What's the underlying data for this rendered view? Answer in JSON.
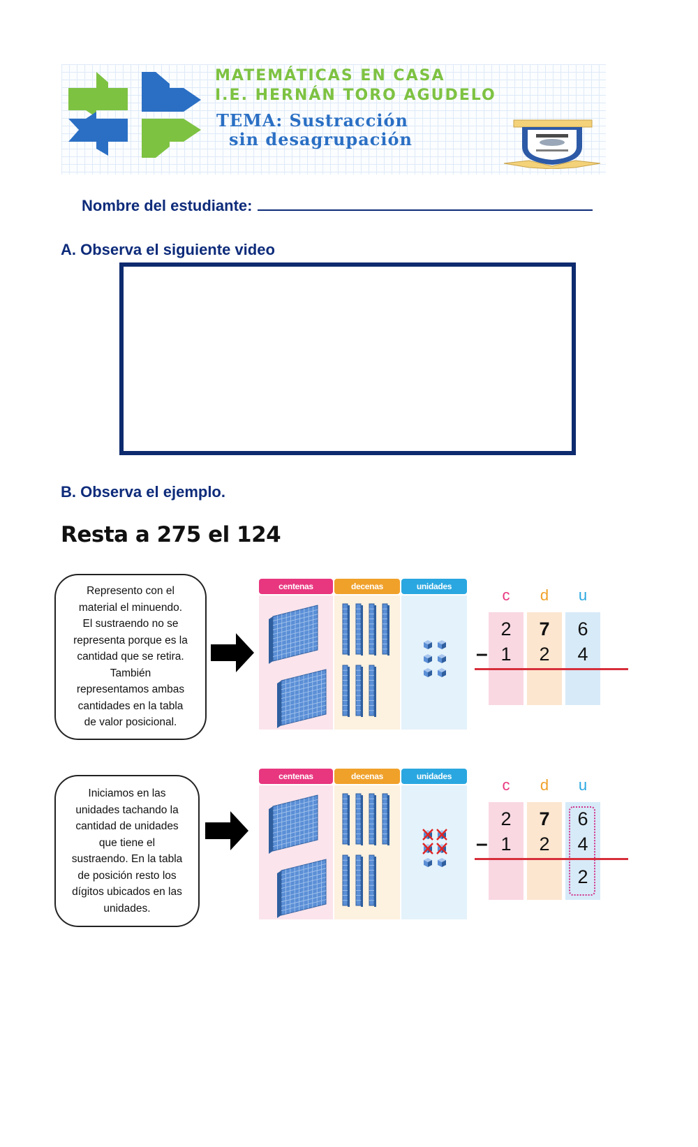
{
  "header": {
    "line1": "MATEMÁTICAS EN CASA",
    "line2": "I.E. HERNÁN TORO AGUDELO",
    "topic_line1": "TEMA: Sustracción",
    "topic_line2": "sin desagrupación",
    "colors": {
      "green": "#7ec242",
      "blue": "#2a6fc4"
    }
  },
  "student": {
    "label": "Nombre del estudiante:"
  },
  "sections": {
    "a": "A. Observa el siguiente video",
    "b": "B. Observa el ejemplo."
  },
  "task_title": "Resta a 275 el 124",
  "examples": [
    {
      "text_lines": [
        "Represento con el",
        "material el minuendo.",
        "El sustraendo no se",
        "representa porque es la",
        "cantidad que se retira.",
        "También",
        "representamos ambas",
        "cantidades en la tabla",
        "de valor posicional."
      ],
      "columns": [
        "centenas",
        "decenas",
        "unidades"
      ],
      "hundreds": 2,
      "tens": 7,
      "units": 6,
      "units_crossed": 0,
      "place_headers": [
        "c",
        "d",
        "u"
      ],
      "minuend": [
        "2",
        "7",
        "6"
      ],
      "subtrahend": [
        "1",
        "2",
        "4"
      ],
      "minus": "–",
      "result_units": ""
    },
    {
      "text_lines": [
        "Iniciamos en las",
        "unidades tachando la",
        "cantidad de unidades",
        "que tiene el",
        "sustraendo. En la tabla",
        "de posición resto los",
        "dígitos ubicados en las",
        "unidades."
      ],
      "columns": [
        "centenas",
        "decenas",
        "unidades"
      ],
      "hundreds": 2,
      "tens": 7,
      "units": 6,
      "units_crossed": 4,
      "place_headers": [
        "c",
        "d",
        "u"
      ],
      "minuend": [
        "2",
        "7",
        "6"
      ],
      "subtrahend": [
        "1",
        "2",
        "4"
      ],
      "minus": "–",
      "result_units": "2"
    }
  ],
  "colors": {
    "navy": "#0d2b7a",
    "centenas": "#e8367f",
    "decenas": "#f0a12a",
    "unidades": "#2aa7e0",
    "red_line": "#d72f3b"
  }
}
